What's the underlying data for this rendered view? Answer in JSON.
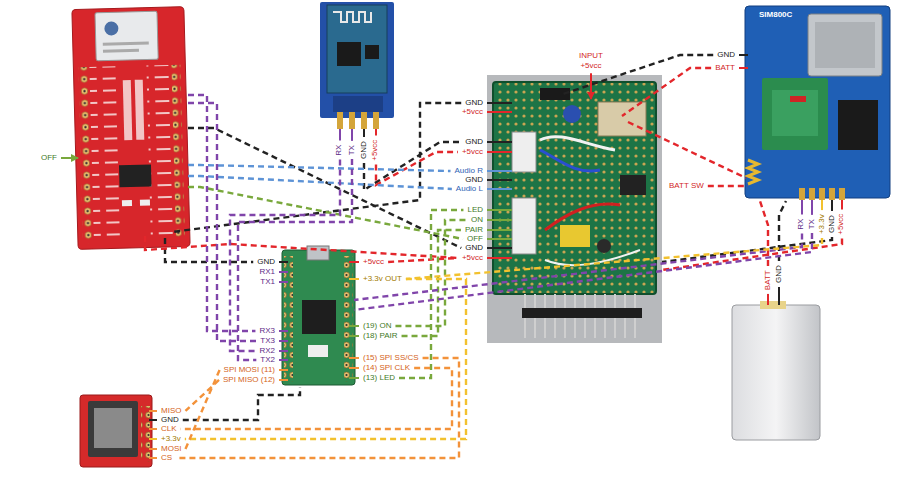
{
  "diagram": {
    "nodes": [
      {
        "text": [
          "SIM800C"
        ]
      }
    ],
    "labels": [
      "OFF",
      "RX",
      "TX",
      "GND",
      "+5vcc",
      "GND",
      "+5vcc",
      "GND",
      "+5vcc",
      "Audio R",
      "GND",
      "Audio L",
      "LED",
      "ON",
      "PAIR",
      "OFF",
      "GND",
      "+5vcc",
      "INPUT",
      "+5vcc",
      "BATT SW",
      "GND",
      "BATT",
      "RX",
      "TX",
      "+3.3v",
      "GND",
      "+5vcc",
      "BATT",
      "GND",
      "GND",
      "RX1",
      "TX1",
      "RX3",
      "TX3",
      "RX2",
      "TX2",
      "SPI MOSI (11)",
      "SPI MISO (12)",
      "+5vcc",
      "+3.3v OUT",
      "(19) ON",
      "(18) PAIR",
      "(15) SPI SS/CS",
      "(14) SPI CLK",
      "(13) LED",
      "MISO",
      "GND",
      "CLK",
      "+3.3v",
      "MOSI",
      "CS"
    ]
  }
}
